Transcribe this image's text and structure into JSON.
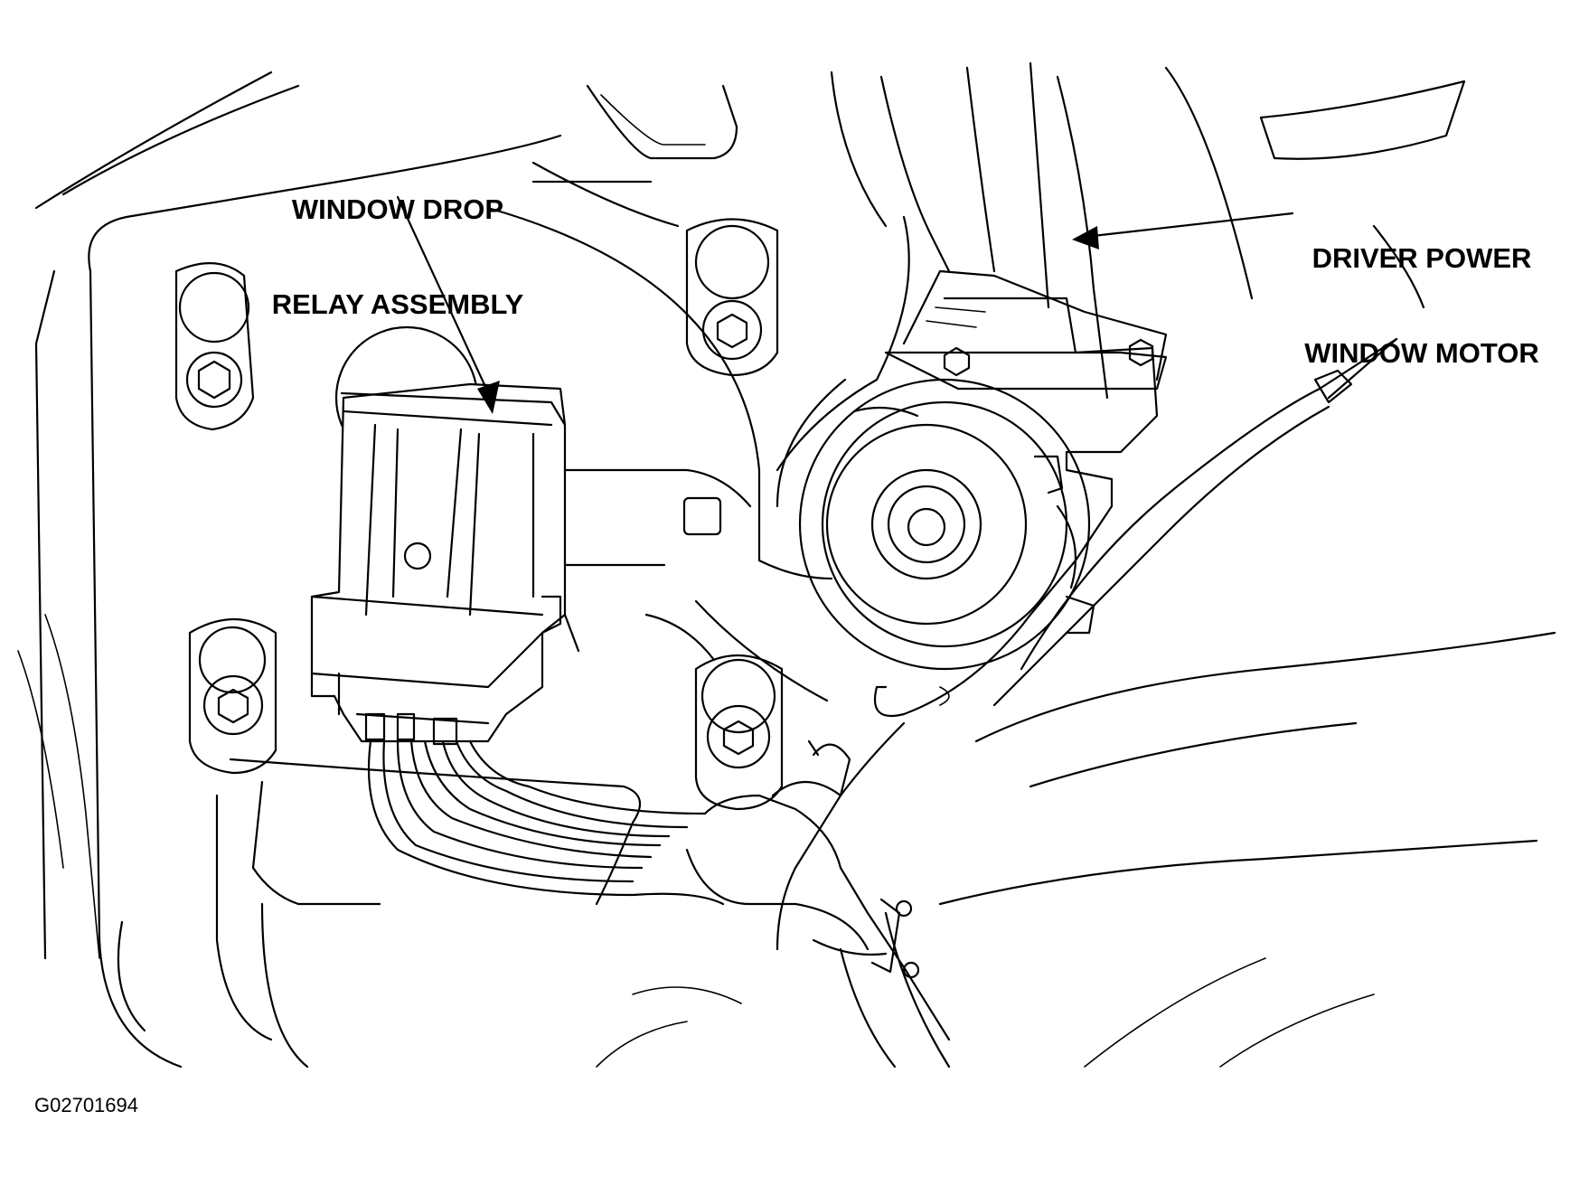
{
  "callouts": {
    "relay": {
      "line1": "WINDOW DROP",
      "line2": "RELAY ASSEMBLY"
    },
    "motor": {
      "line1": "DRIVER POWER",
      "line2": "WINDOW MOTOR"
    }
  },
  "figure_id": "G02701694",
  "colors": {
    "ink": "#000000",
    "paper": "#ffffff"
  }
}
